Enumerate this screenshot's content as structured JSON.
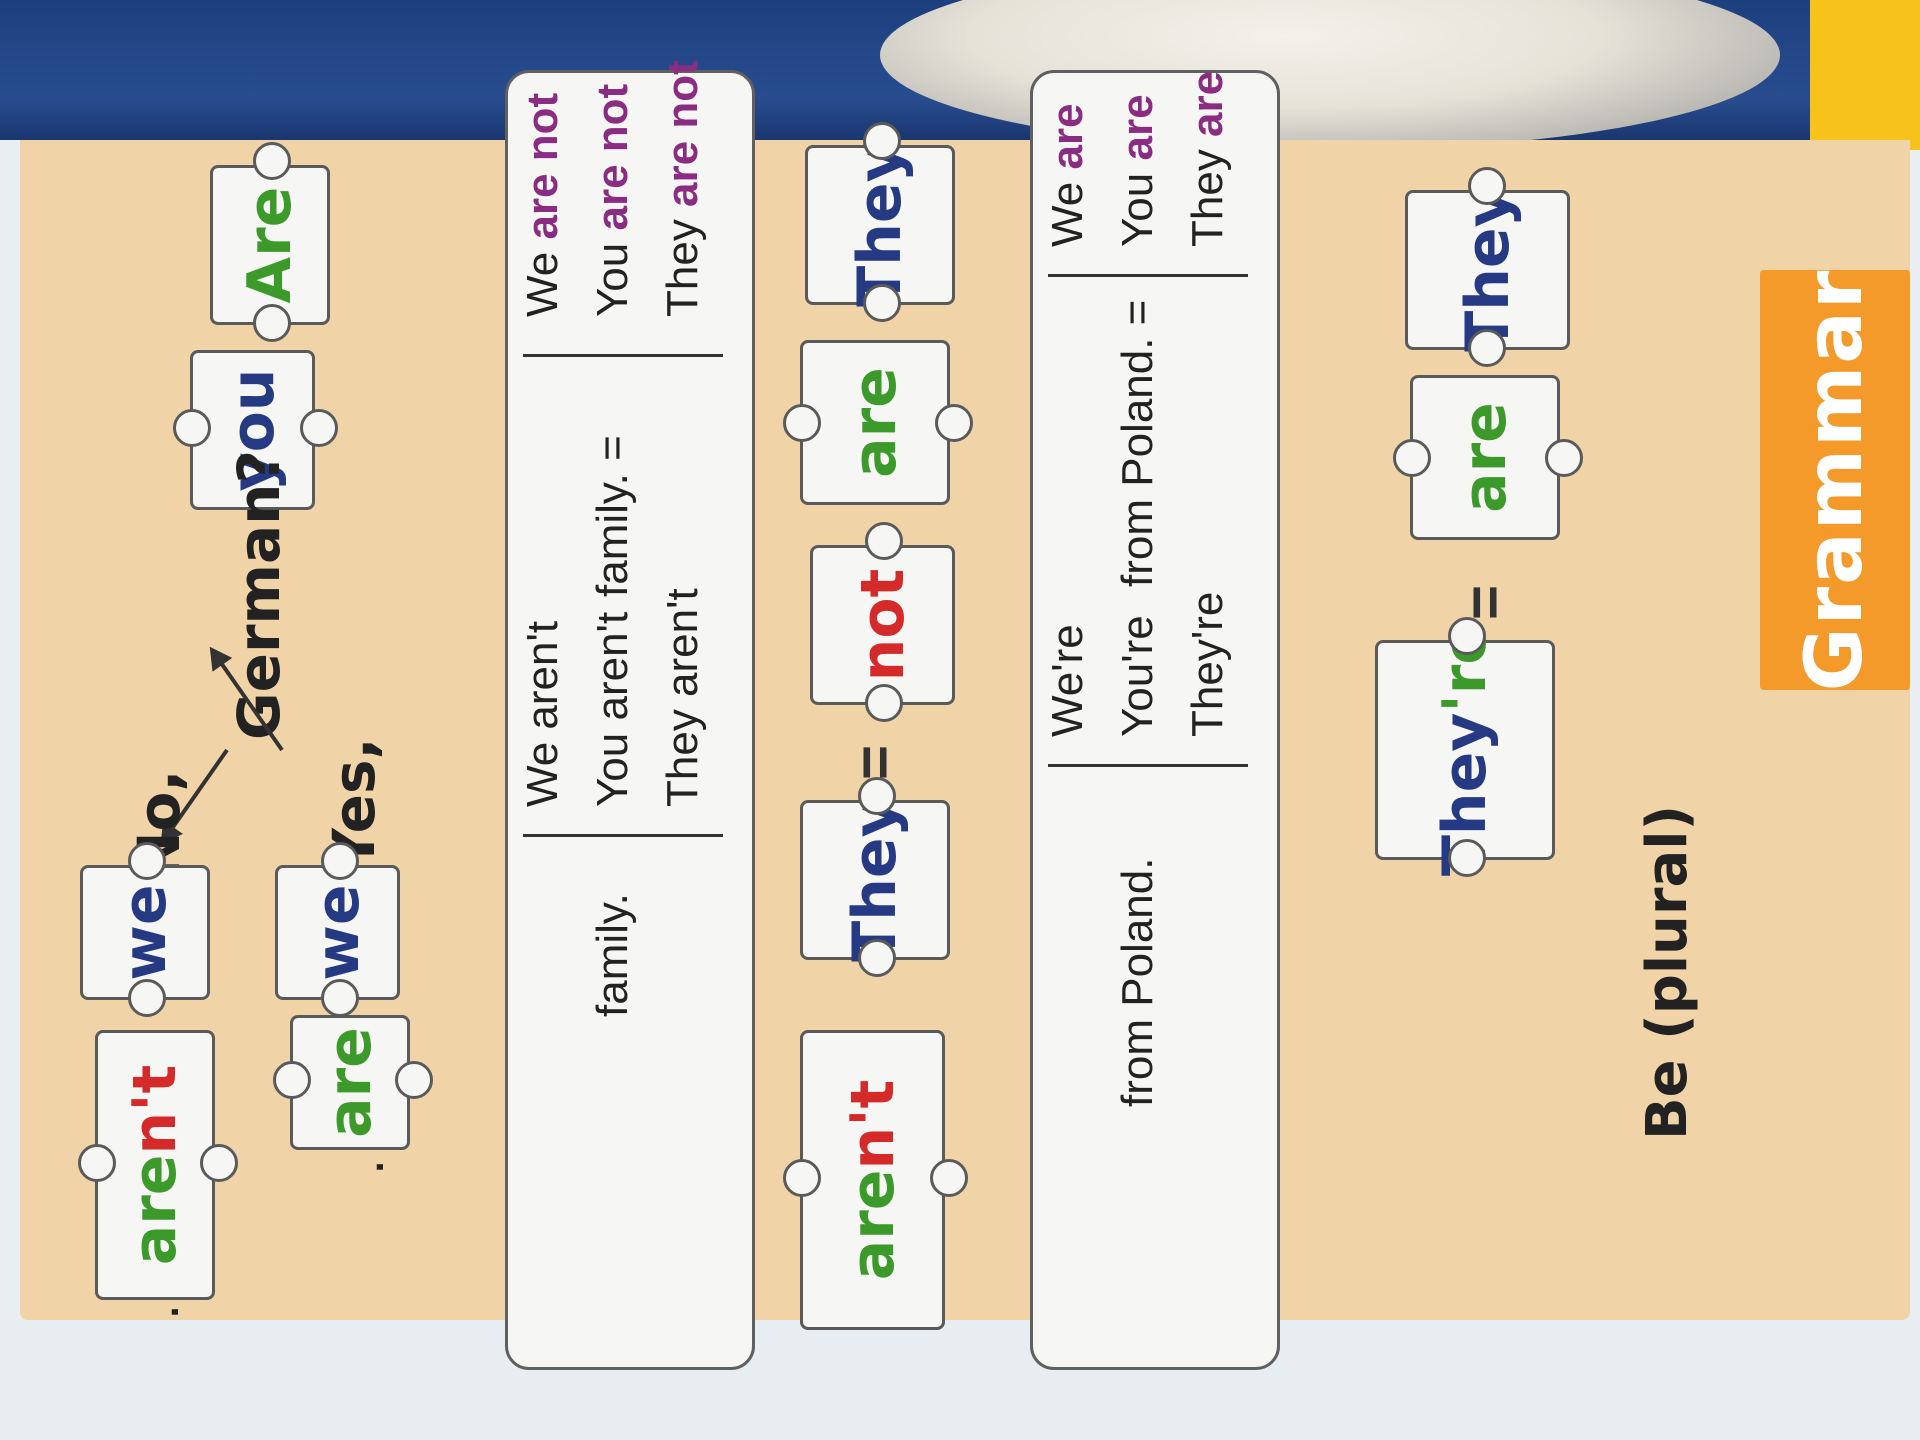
{
  "heading": {
    "label": "Grammar",
    "subtitle": "Be (plural)"
  },
  "contraction": {
    "w1": "They",
    "w2": "are",
    "eq": "=",
    "result_a": "They",
    "result_b": "'re"
  },
  "affirmative": {
    "rows": [
      {
        "subj": "We",
        "verb": "are"
      },
      {
        "subj": "You",
        "verb": "are"
      },
      {
        "subj": "They",
        "verb": "are"
      }
    ],
    "middle": "from Poland. = ",
    "short": [
      "We're",
      "You're",
      "They're"
    ],
    "end": "from Poland."
  },
  "negative_puzzle": {
    "w1": "They",
    "w2": "are",
    "w3": "not",
    "eq": "=",
    "result1": "They",
    "result2_a": "are",
    "result2_b": "n't"
  },
  "negative": {
    "rows": [
      {
        "subj": "We",
        "verb": "are not"
      },
      {
        "subj": "You",
        "verb": "are not"
      },
      {
        "subj": "They",
        "verb": "are not"
      }
    ],
    "middle": "family. = ",
    "short": [
      "We aren't",
      "You aren't",
      "They aren't"
    ],
    "end": "family."
  },
  "question": {
    "w1": "Are",
    "w2": "you",
    "rest": "German",
    "qmark": "?",
    "yes": "Yes,",
    "yes_w1": "we",
    "yes_w2": "are",
    "yes_dot": ".",
    "no": "No,",
    "no_w1": "we",
    "no_w2a": "are",
    "no_w2b": "n't",
    "no_dot": "."
  },
  "colors": {
    "accent": "#f39a2a",
    "page": "#f0d3a6",
    "navy": "#253a82",
    "green": "#3c9a2a",
    "red": "#d42a2a",
    "purple": "#8a2d82"
  }
}
